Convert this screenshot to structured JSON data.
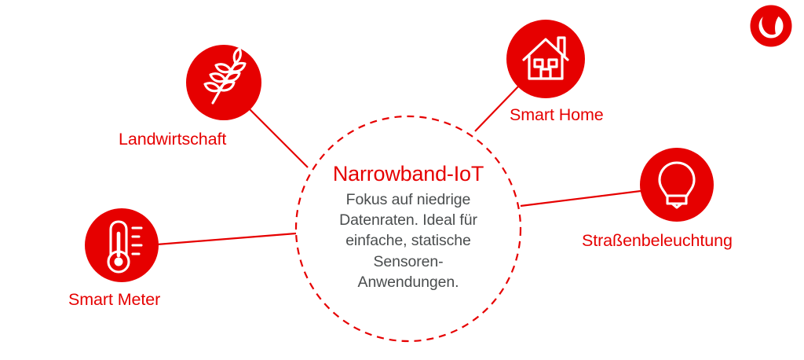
{
  "brand": {
    "logo_name": "vodafone-logo",
    "color": "#e60000"
  },
  "colors": {
    "accent_red": "#e60000",
    "body_gray": "#4a4d4e",
    "background": "#ffffff",
    "icon_white": "#ffffff"
  },
  "center": {
    "title": "Narrowband-IoT",
    "description_lines": [
      "Fokus auf niedrige",
      "Datenraten. Ideal für",
      "einfache, statische",
      "Sensoren-",
      "Anwendungen."
    ]
  },
  "nodes": [
    {
      "id": "landwirtschaft",
      "label": "Landwirtschaft",
      "icon": "wheat-icon"
    },
    {
      "id": "smart-home",
      "label": "Smart Home",
      "icon": "house-icon"
    },
    {
      "id": "strassenbeleuchtung",
      "label": "Straßenbeleuchtung",
      "icon": "lightbulb-icon"
    },
    {
      "id": "smart-meter",
      "label": "Smart Meter",
      "icon": "thermometer-icon"
    }
  ]
}
